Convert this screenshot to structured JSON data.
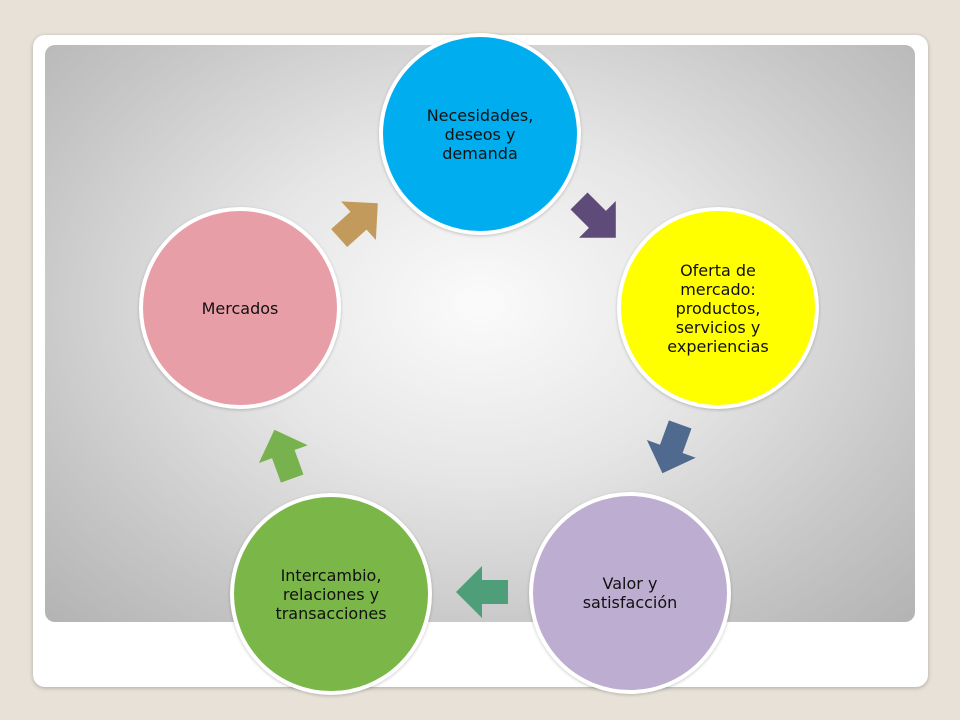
{
  "diagram": {
    "type": "cycle",
    "nodes": [
      {
        "id": "necesidades",
        "label": "Necesidades,\ndeseos y\ndemanda",
        "color": "#00aeef"
      },
      {
        "id": "oferta",
        "label": "Oferta de\nmercado:\nproductos,\nservicios y\nexperiencias",
        "color": "#ffff00"
      },
      {
        "id": "valor",
        "label": "Valor y\nsatisfacción",
        "color": "#bdadd0"
      },
      {
        "id": "intercambio",
        "label": "Intercambio,\nrelaciones y\ntransacciones",
        "color": "#7ab648"
      },
      {
        "id": "mercados",
        "label": "Mercados",
        "color": "#e89ea6"
      }
    ],
    "arrows": [
      {
        "from": "necesidades",
        "to": "oferta",
        "color": "#5f4b7a"
      },
      {
        "from": "oferta",
        "to": "valor",
        "color": "#4f6a8e"
      },
      {
        "from": "valor",
        "to": "intercambio",
        "color": "#4e9e7a"
      },
      {
        "from": "intercambio",
        "to": "mercados",
        "color": "#78b24e"
      },
      {
        "from": "mercados",
        "to": "necesidades",
        "color": "#c29a5b"
      }
    ]
  }
}
